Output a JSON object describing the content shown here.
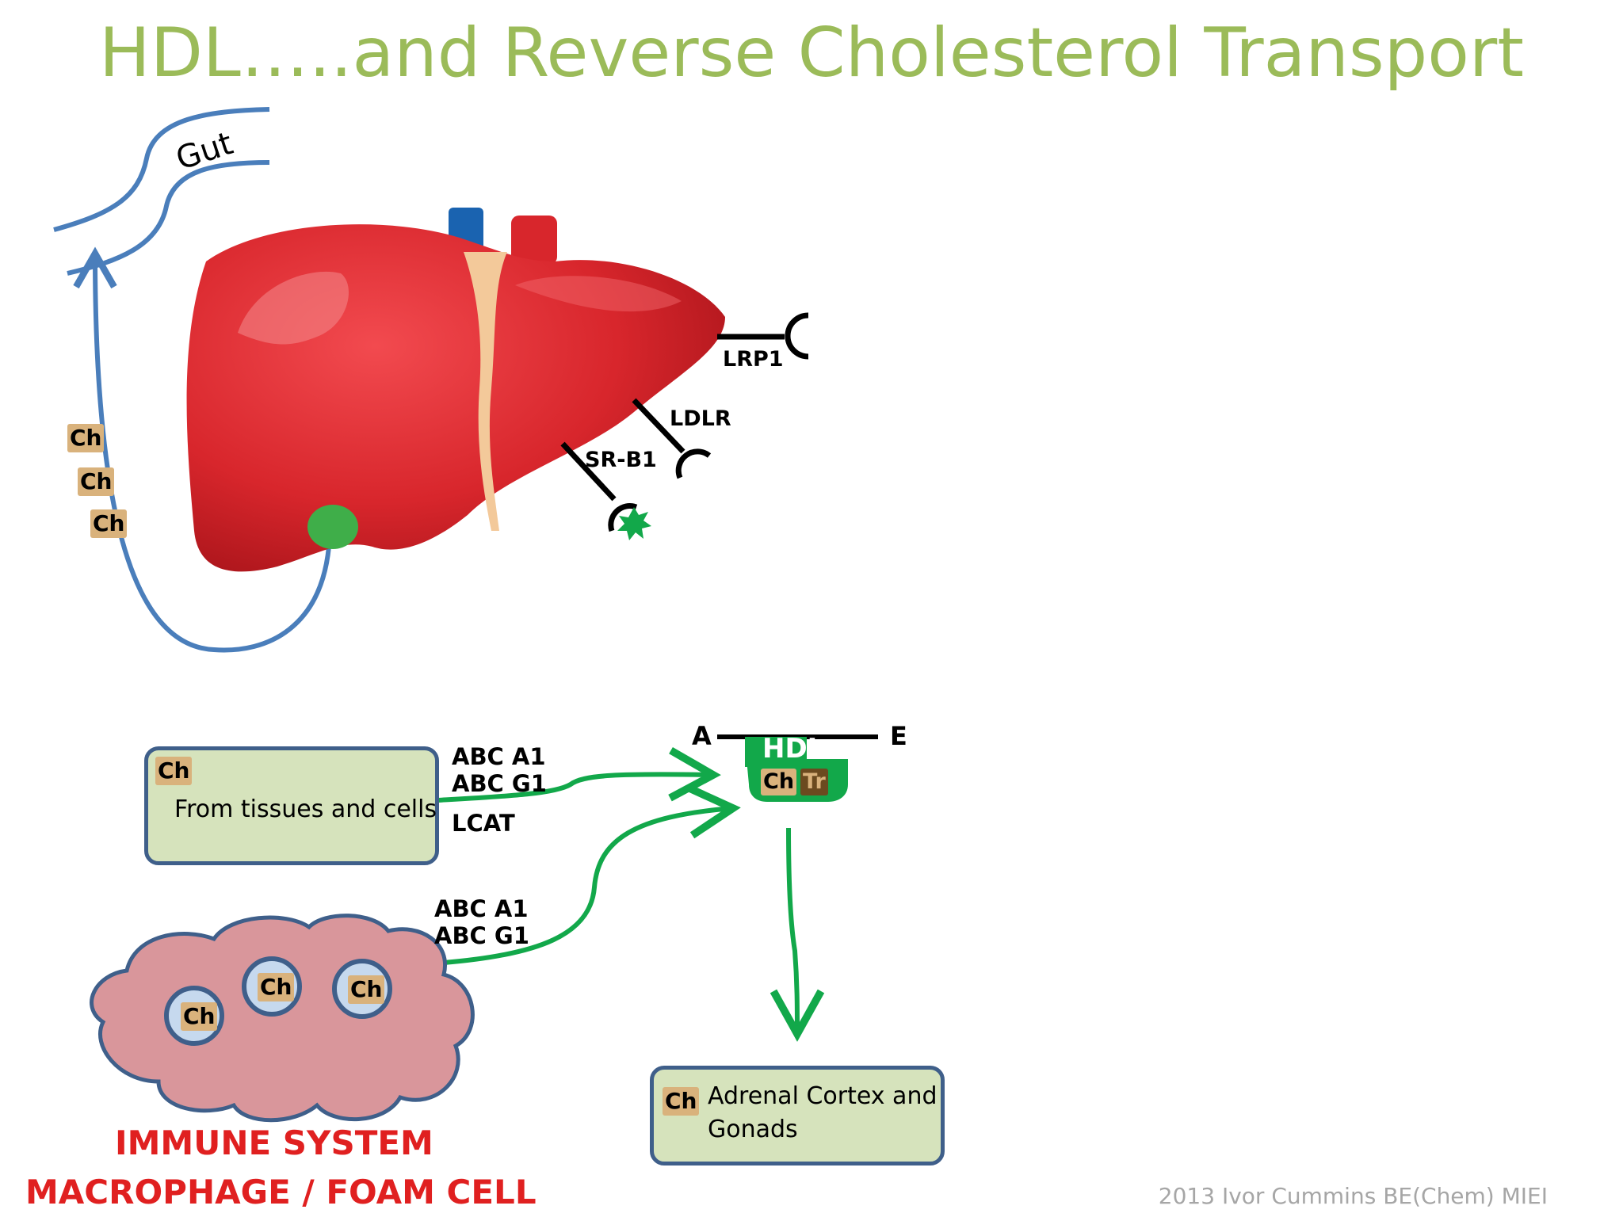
{
  "title": "HDL…..and Reverse Cholesterol Transport",
  "gut_label": "Gut",
  "ch_label": "Ch",
  "receptors": {
    "lrp1": "LRP1",
    "ldlr": "LDLR",
    "srb1": "SR-B1"
  },
  "hdl": {
    "label": "HDL",
    "left_marker": "A",
    "right_marker": "E",
    "cargo_ch": "Ch",
    "cargo_other": "Tr"
  },
  "tissues_box": {
    "text": "From tissues and cells"
  },
  "transport_labels": {
    "abca1": "ABC A1",
    "abcg1": "ABC G1",
    "lcat": "LCAT"
  },
  "immune": {
    "line1": "IMMUNE SYSTEM",
    "line2": "MACROPHAGE / FOAM CELL"
  },
  "adrenal_box": {
    "line1": "Adrenal Cortex and",
    "line2": "Gonads"
  },
  "footer": "2013 Ivor Cummins BE(Chem) MIEI",
  "colors": {
    "title": "#9bbb59",
    "liver": "#d8262c",
    "arrow_blue": "#4a7ebb",
    "arrow_green": "#12a84a",
    "box_fill": "#d6e3bc",
    "box_border": "#3f5f8a",
    "cell_fill": "#d9969b",
    "immune_text": "#e02020"
  }
}
